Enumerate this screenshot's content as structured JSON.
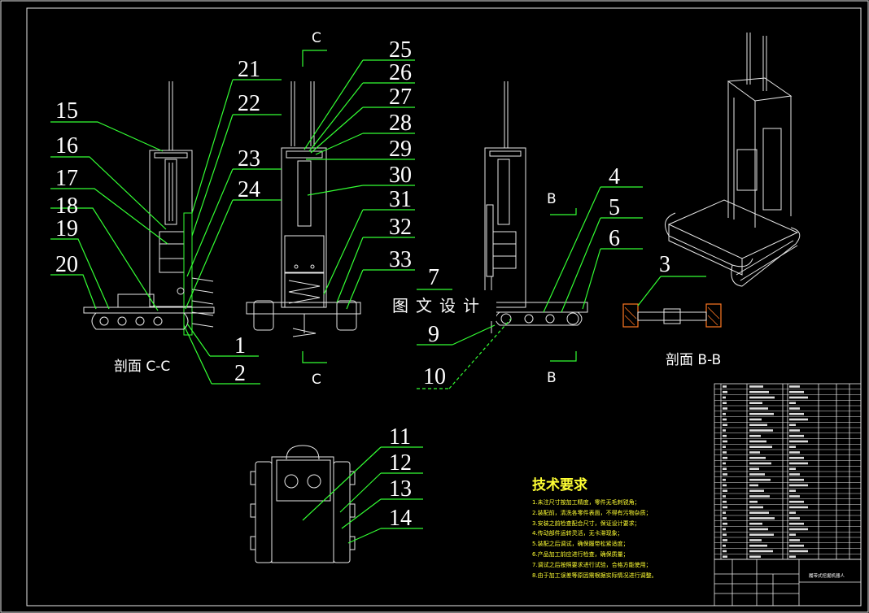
{
  "views": {
    "section_cc_label": "剖面 C-C",
    "section_bb_label": "剖面 B-B",
    "cut_c_top": "C",
    "cut_c_bottom": "C",
    "cut_b_top": "B",
    "cut_b_bottom": "B"
  },
  "part_numbers": {
    "left_view": [
      "15",
      "16",
      "17",
      "18",
      "19",
      "20",
      "21",
      "22",
      "23",
      "24",
      "1",
      "2"
    ],
    "front_view": [
      "25",
      "26",
      "27",
      "28",
      "29",
      "30",
      "31",
      "32",
      "33"
    ],
    "right_view": [
      "4",
      "5",
      "6",
      "7",
      "9",
      "10"
    ],
    "section_bb": [
      "3"
    ],
    "bottom_view": [
      "11",
      "12",
      "13",
      "14"
    ]
  },
  "watermark": "图文设计",
  "technical_requirements": {
    "title": "技术要求",
    "items": [
      "1.未注尺寸按加工精度，零件无毛刺锐角；",
      "2.装配前，清洗各零件表面，不得有污物杂质；",
      "3.安装之前检查配合尺寸，保证设计要求；",
      "4.传动部件运转灵活，无卡滞现象；",
      "5.装配之后调试，确保履带松紧适度；",
      "6.产品加工前应进行检查，确保质量；",
      "7.调试之后按照要求进行试验，合格方能使用；",
      "8.由于加工误差等原因需根据实际情况进行调整。"
    ]
  },
  "title_block": {
    "drawing_name": "履带式挖掘机器人"
  },
  "colors": {
    "background": "#000000",
    "leader_lines": "#33ff33",
    "drawing_lines": "#e8e8e8",
    "notes_text": "#ffff33"
  }
}
